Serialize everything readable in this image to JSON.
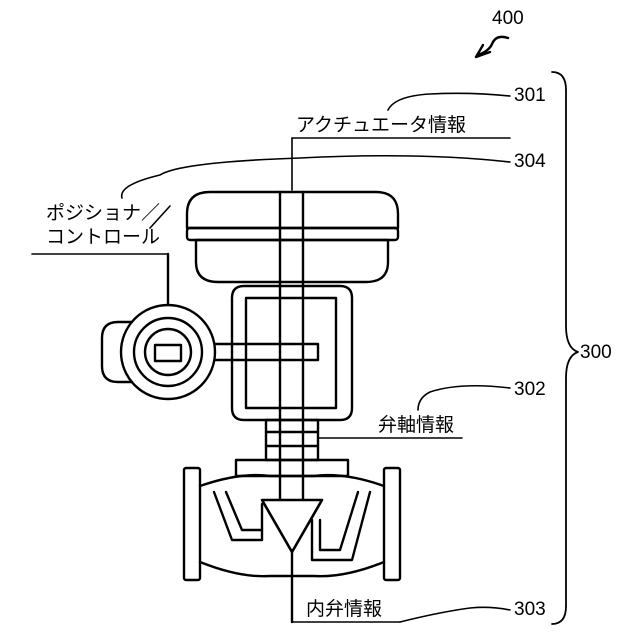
{
  "figure_number": "400",
  "labels": {
    "actuator_info": "アクチュエータ情報",
    "positioner_line1": "ポジショナ／",
    "positioner_line2": "コントロール",
    "valve_shaft_info": "弁軸情報",
    "inner_valve_info": "内弁情報"
  },
  "refs": {
    "r301": "301",
    "r304": "304",
    "r302": "302",
    "r300": "300",
    "r303": "303"
  }
}
